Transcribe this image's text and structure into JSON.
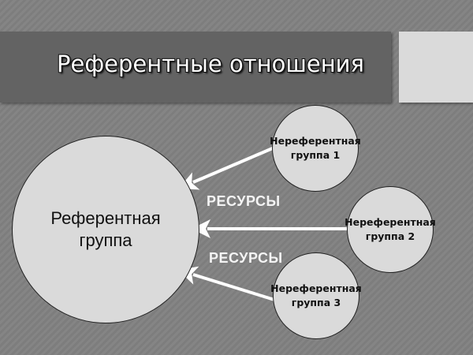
{
  "title": "Референтные отношения",
  "main_group": {
    "line1": "Референтная",
    "line2": "группа"
  },
  "non_ref_groups": [
    {
      "line1": "Нереферентная",
      "line2": "группа 1"
    },
    {
      "line1": "Нереферентная",
      "line2": "группа 2"
    },
    {
      "line1": "Нереферентная",
      "line2": "группа 3"
    }
  ],
  "resource_labels": [
    "РЕСУРСЫ",
    "РЕСУРСЫ"
  ],
  "colors": {
    "background": "#818181",
    "title_bar": "#636363",
    "shapes": "#dadada",
    "arrows": "#ffffff"
  }
}
